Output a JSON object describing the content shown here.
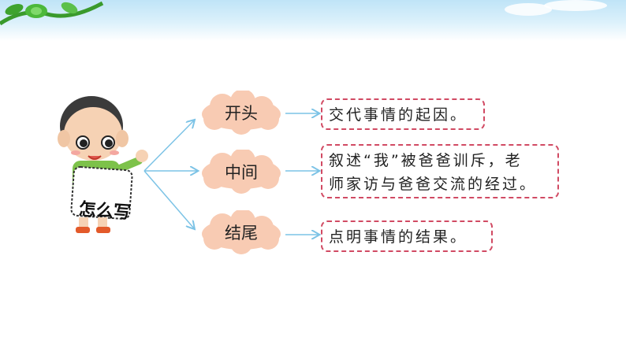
{
  "boy_sign": "怎么写",
  "nodes": [
    {
      "label": "开头",
      "desc": "交代事情的起因。"
    },
    {
      "label": "中间",
      "desc_line1": "叙述“我”被爸爸训斥，老",
      "desc_line2": "师家访与爸爸交流的经过。"
    },
    {
      "label": "结尾",
      "desc": "点明事情的结果。"
    }
  ],
  "colors": {
    "cloud_fill": "#f8cbb3",
    "dash_border": "#d14a63",
    "arrow": "#7cc3e6",
    "sky": "#bfe4f7"
  }
}
